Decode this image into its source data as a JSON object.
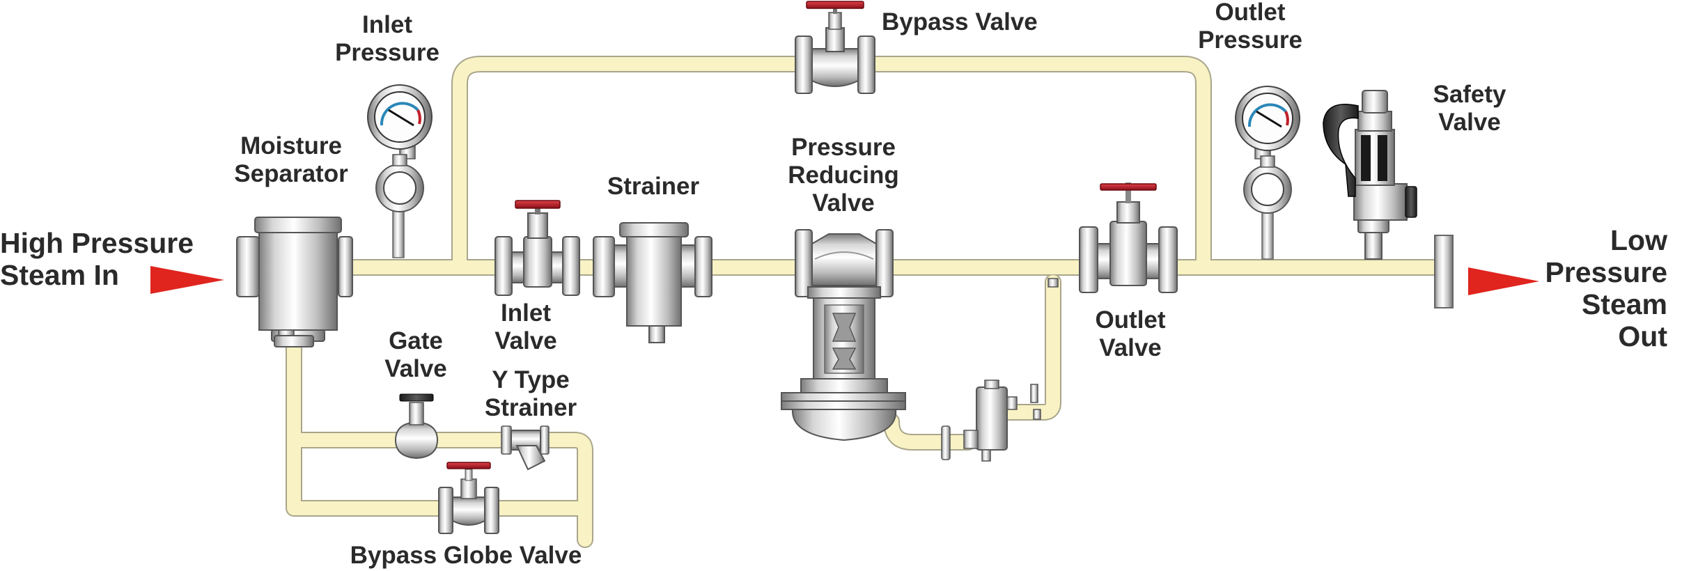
{
  "diagram": {
    "labels": {
      "inlet_pressure": "Inlet\nPressure",
      "bypass_valve": "Bypass Valve",
      "outlet_pressure": "Outlet\nPressure",
      "safety_valve": "Safety\nValve",
      "moisture_separator": "Moisture\nSeparator",
      "strainer": "Strainer",
      "pressure_reducing_valve": "Pressure\nReducing\nValve",
      "high_pressure_in": "High Pressure\nSteam In",
      "low_pressure_out": "Low Pressure\nSteam Out",
      "inlet_valve": "Inlet\nValve",
      "outlet_valve": "Outlet\nValve",
      "gate_valve": "Gate\nValve",
      "y_type_strainer": "Y Type\nStrainer",
      "bypass_globe_valve": "Bypass Globe Valve"
    },
    "colors": {
      "pipe_fill": "#f8f2c4",
      "pipe_edge": "#a9a58a",
      "metal_light": "#f2f2f2",
      "metal_dark": "#8a8a8a",
      "handwheel_red": "#c0202a",
      "arrow_red": "#e0241e",
      "gauge_black": "#111111"
    }
  }
}
